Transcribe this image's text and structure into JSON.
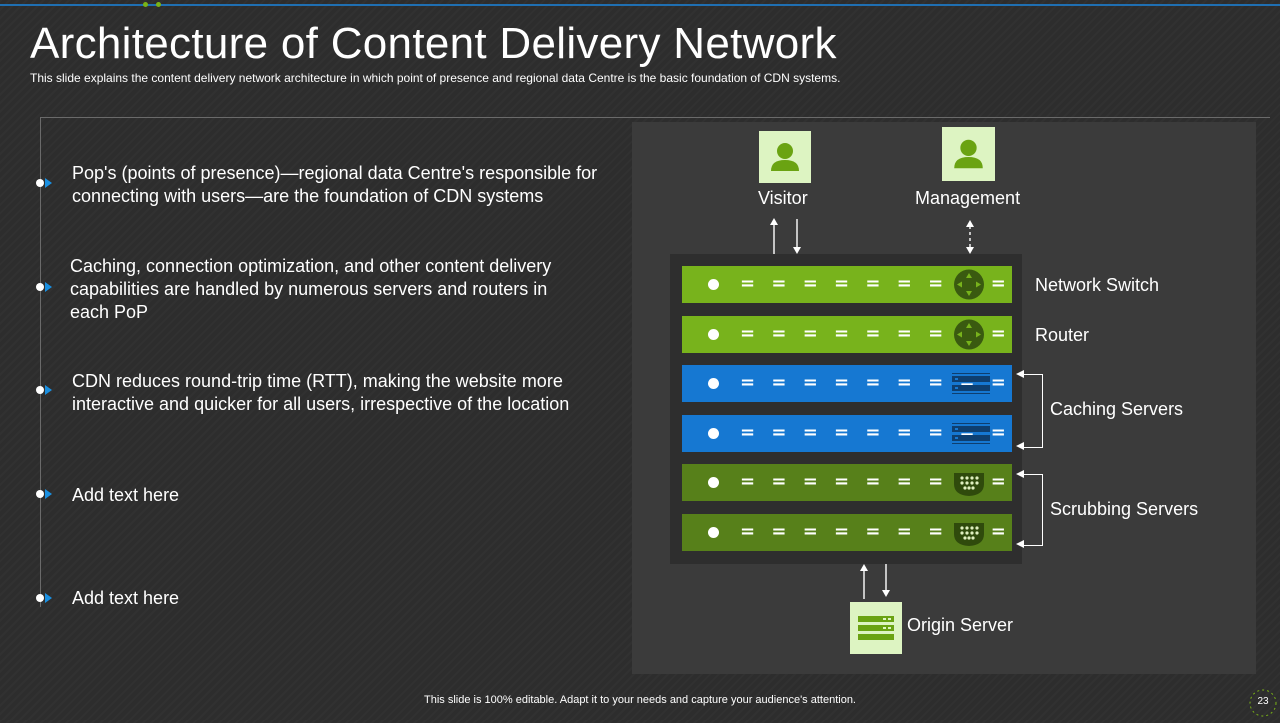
{
  "header": {
    "title": "Architecture of Content Delivery Network",
    "subtitle": "This slide explains the content delivery  network architecture in which point of presence  and regional  data Centre  is the basic foundation  of CDN  systems."
  },
  "bullets": [
    {
      "text": "Pop's (points of presence)—regional data Centre's responsible for connecting with users—are the foundation of CDN systems"
    },
    {
      "text": "Caching, connection optimization, and other content delivery capabilities are handled by numerous servers and routers in each PoP"
    },
    {
      "text": "CDN reduces round-trip time (RTT), making the website more interactive and quicker for all users, irrespective of the location"
    },
    {
      "text": "Add text here"
    },
    {
      "text": "Add text here"
    }
  ],
  "diagram": {
    "visitor_label": "Visitor",
    "management_label": "Management",
    "network_switch_label": "Network Switch",
    "router_label": "Router",
    "caching_servers_label": "Caching Servers",
    "scrubbing_servers_label": "Scrubbing Servers",
    "origin_server_label": "Origin Server",
    "rack_dashes": "= = = = = = = = ="
  },
  "footer": {
    "note": "This slide is 100% editable.  Adapt it to your needs and capture your audience's attention.",
    "page_number": "23"
  },
  "colors": {
    "accent_blue": "#1678d2",
    "accent_green": "#78b31c",
    "dark_green": "#57801a",
    "icon_bg": "#ddf4c2"
  }
}
